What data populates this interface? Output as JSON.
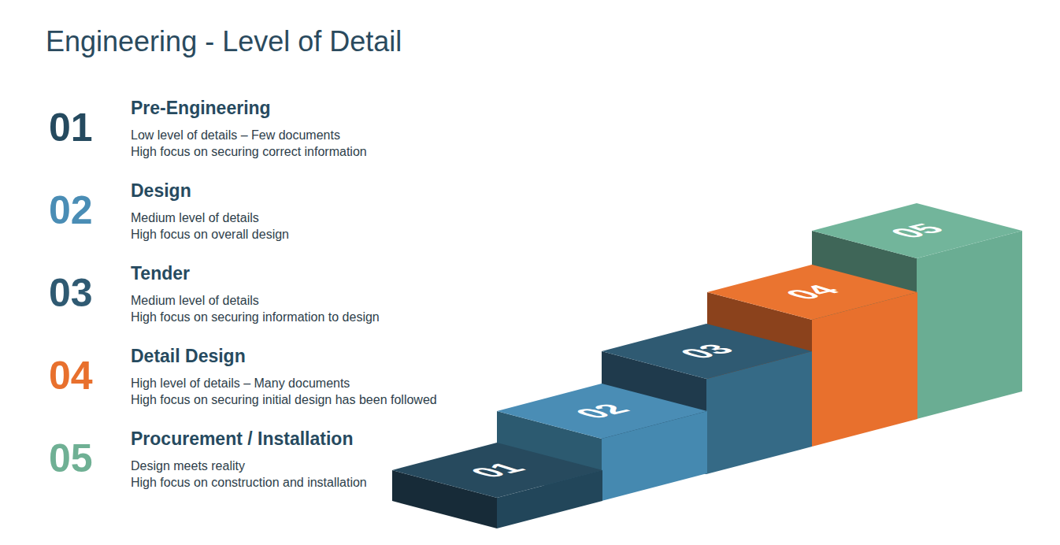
{
  "diagram": {
    "title": "Engineering - Level of Detail",
    "nodes": [
      {
        "text": [
          "01"
        ]
      },
      {
        "text": [
          "02"
        ]
      },
      {
        "text": [
          "03"
        ]
      },
      {
        "text": [
          "04"
        ]
      },
      {
        "text": [
          "05"
        ]
      }
    ],
    "labels": [
      "01",
      "Pre-Engineering",
      "Low level of details – Few documents",
      "High focus on securing correct information",
      "02",
      "Design",
      "Medium level of details",
      "High focus on overall design",
      "03",
      "Tender",
      "Medium level of details",
      "High focus on securing information to design",
      "04",
      "Detail Design",
      "High level of details – Many documents",
      "High focus on securing initial design has been followed",
      "05",
      "Procurement / Installation",
      "Design meets reality",
      "High focus on construction and installation"
    ]
  }
}
